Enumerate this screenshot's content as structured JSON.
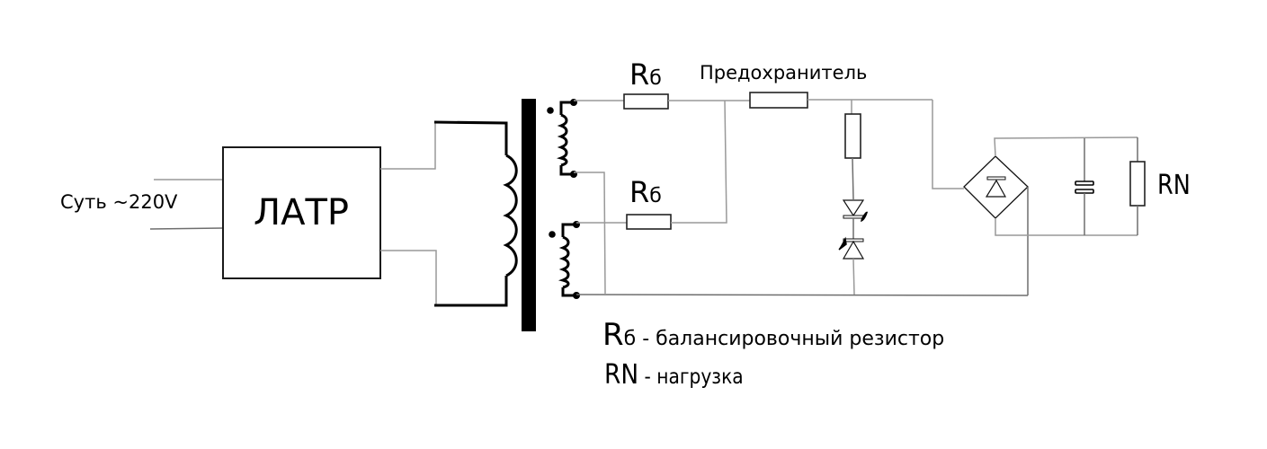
{
  "diagram": {
    "title": "LATR transformer balancing circuit",
    "input_label": "Суть ~220V",
    "latr_label": "ЛАТР",
    "resistor_label_top": "R",
    "resistor_label_top_sub": "б",
    "resistor_label_bottom": "R",
    "resistor_label_bottom_sub": "б",
    "fuse_label": "Предохранитель",
    "load_label": "RN",
    "legend": [
      {
        "symbol": "R",
        "symbol_sub": "б",
        "text": " - балансировочный резистор"
      },
      {
        "symbol": "RN",
        "symbol_sub": "",
        "text": " - нагрузка"
      }
    ],
    "components": [
      {
        "id": "latr",
        "type": "autotransformer-block"
      },
      {
        "id": "transformer",
        "type": "transformer",
        "primary": 1,
        "secondaries": 2
      },
      {
        "id": "rb1",
        "type": "resistor",
        "label": "Rб"
      },
      {
        "id": "rb2",
        "type": "resistor",
        "label": "Rб"
      },
      {
        "id": "fuse",
        "type": "fuse",
        "label": "Предохранитель"
      },
      {
        "id": "r-limit",
        "type": "resistor"
      },
      {
        "id": "zener-pair",
        "type": "bidirectional-zener"
      },
      {
        "id": "bridge",
        "type": "diode-bridge"
      },
      {
        "id": "cap",
        "type": "capacitor"
      },
      {
        "id": "rn",
        "type": "resistor",
        "label": "RN"
      }
    ],
    "colors": {
      "wire": "#999999",
      "wire_dark": "#6e6e6e",
      "component": "#000000",
      "background": "#ffffff"
    }
  }
}
